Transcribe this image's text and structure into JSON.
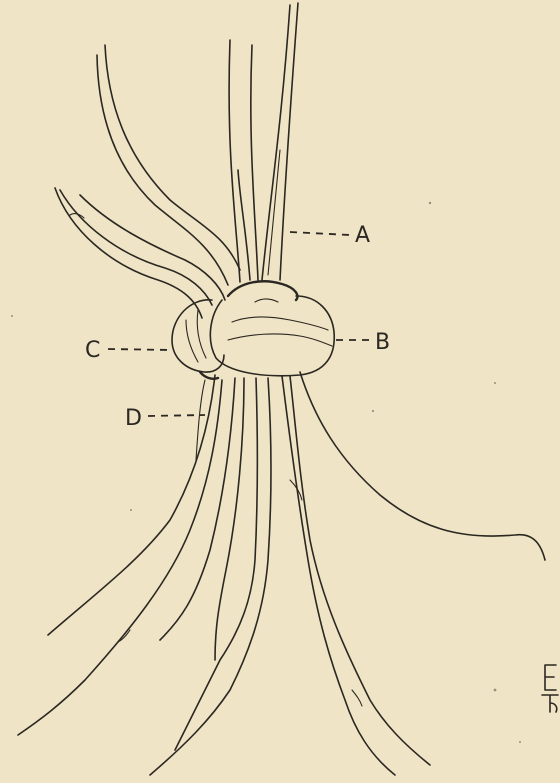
{
  "diagram": {
    "labels": {
      "a": "A",
      "b": "B",
      "c": "C",
      "d": "D"
    },
    "monogram": "E R"
  },
  "colors": {
    "paper": "#efe4c5",
    "ink": "#2b2722"
  }
}
